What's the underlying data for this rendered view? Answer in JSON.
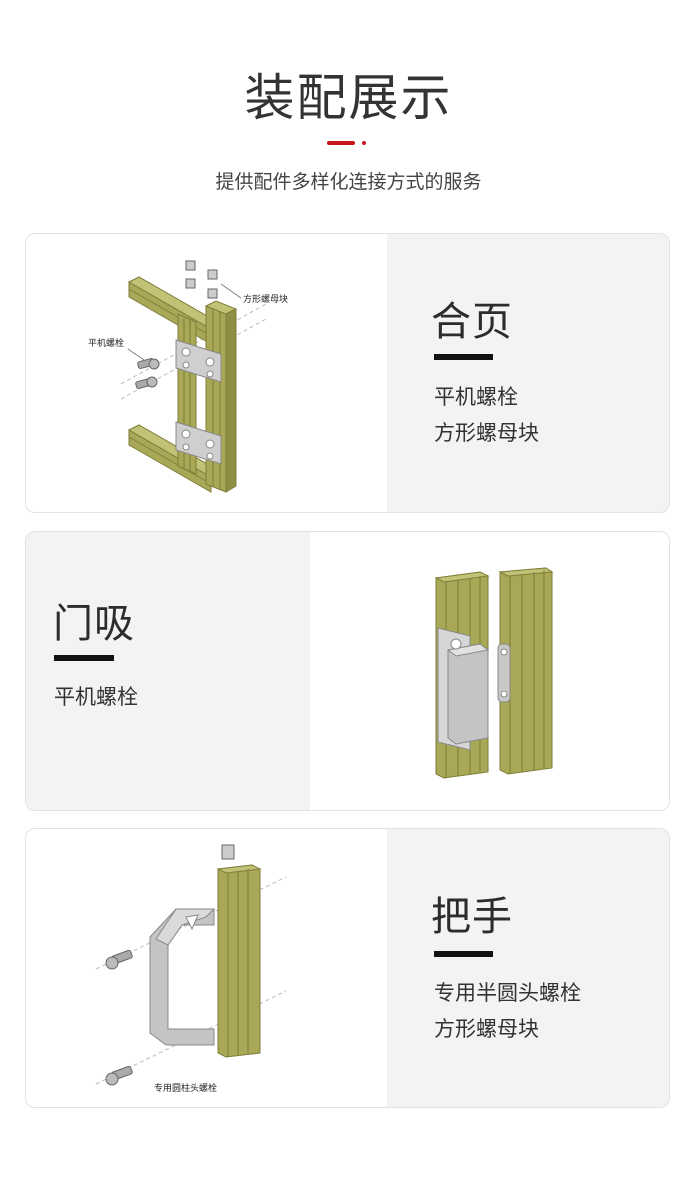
{
  "header": {
    "title": "装配展示",
    "subtitle": "提供配件多样化连接方式的服务",
    "accent_color": "#c8161d"
  },
  "cards": [
    {
      "title": "合页",
      "items": [
        "平机螺栓",
        "方形螺母块"
      ],
      "image_labels": [
        "方形螺母块",
        "平机螺栓"
      ],
      "icon": "hinge-assembly-illustration"
    },
    {
      "title": "门吸",
      "items": [
        "平机螺栓"
      ],
      "icon": "door-catch-assembly-illustration"
    },
    {
      "title": "把手",
      "items": [
        "专用半圆头螺栓",
        "方形螺母块"
      ],
      "image_labels": [
        "专用圆柱头螺栓"
      ],
      "icon": "handle-assembly-illustration"
    }
  ],
  "colors": {
    "profile": "#a8a857",
    "profile_dark": "#7e7e3a",
    "panel_gray": "#f3f3f3",
    "metal": "#c4c4c4"
  }
}
